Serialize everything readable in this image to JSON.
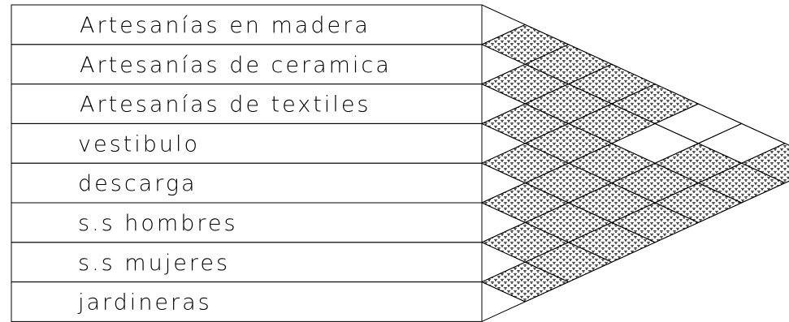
{
  "diagram": {
    "type": "relationship-matrix",
    "spaces": [
      "Artesanías en madera",
      "Artesanías de ceramica",
      "Artesanías de textiles",
      "vestibulo",
      "descarga",
      "s.s hombres",
      "s.s mujeres",
      "jardineras"
    ],
    "relations": [
      [
        0,
        1,
        true
      ],
      [
        0,
        2,
        true
      ],
      [
        0,
        3,
        true
      ],
      [
        0,
        4,
        true
      ],
      [
        0,
        5,
        false
      ],
      [
        0,
        6,
        false
      ],
      [
        0,
        7,
        true
      ],
      [
        1,
        2,
        true
      ],
      [
        1,
        3,
        true
      ],
      [
        1,
        4,
        true
      ],
      [
        1,
        5,
        false
      ],
      [
        1,
        6,
        true
      ],
      [
        1,
        7,
        true
      ],
      [
        2,
        3,
        true
      ],
      [
        2,
        4,
        true
      ],
      [
        2,
        5,
        true
      ],
      [
        2,
        6,
        true
      ],
      [
        2,
        7,
        true
      ],
      [
        3,
        4,
        true
      ],
      [
        3,
        5,
        true
      ],
      [
        3,
        6,
        true
      ],
      [
        3,
        7,
        true
      ],
      [
        4,
        5,
        true
      ],
      [
        4,
        6,
        true
      ],
      [
        4,
        7,
        true
      ],
      [
        5,
        6,
        true
      ],
      [
        5,
        7,
        true
      ],
      [
        6,
        7,
        true
      ]
    ],
    "hatch_pattern": "triangle-dots",
    "line_color": "#000000",
    "fill_color": "#ffffff"
  }
}
